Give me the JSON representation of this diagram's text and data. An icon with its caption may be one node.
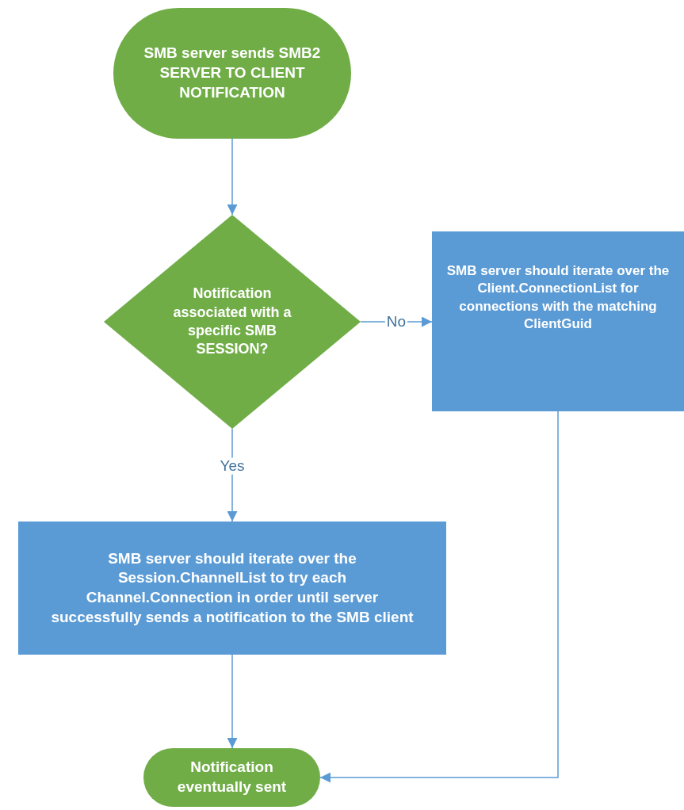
{
  "diagram": {
    "nodes": [
      {
        "text": [
          "SMB server sends SMB2 SERVER TO CLIENT NOTIFICATION"
        ]
      },
      {
        "text": [
          "Notification associated with a specific SMB SESSION?"
        ]
      },
      {
        "text": [
          "SMB server should iterate over the Client.ConnectionList for connections with the matching ClientGuid"
        ]
      },
      {
        "text": [
          "SMB server should iterate over the Session.ChannelList to try each Channel.Connection in order until server successfully sends a notification to the SMB client"
        ]
      },
      {
        "text": [
          "Notification eventually sent"
        ]
      }
    ],
    "edges": [
      {
        "from": 0,
        "to": 1,
        "arrow": "to"
      },
      {
        "from": 1,
        "to": 2,
        "arrow": "to",
        "label": "No"
      },
      {
        "from": 1,
        "to": 3,
        "arrow": "to",
        "label": "Yes"
      },
      {
        "from": 3,
        "to": 4,
        "arrow": "to"
      },
      {
        "from": 2,
        "to": 4,
        "arrow": "to"
      }
    ]
  }
}
